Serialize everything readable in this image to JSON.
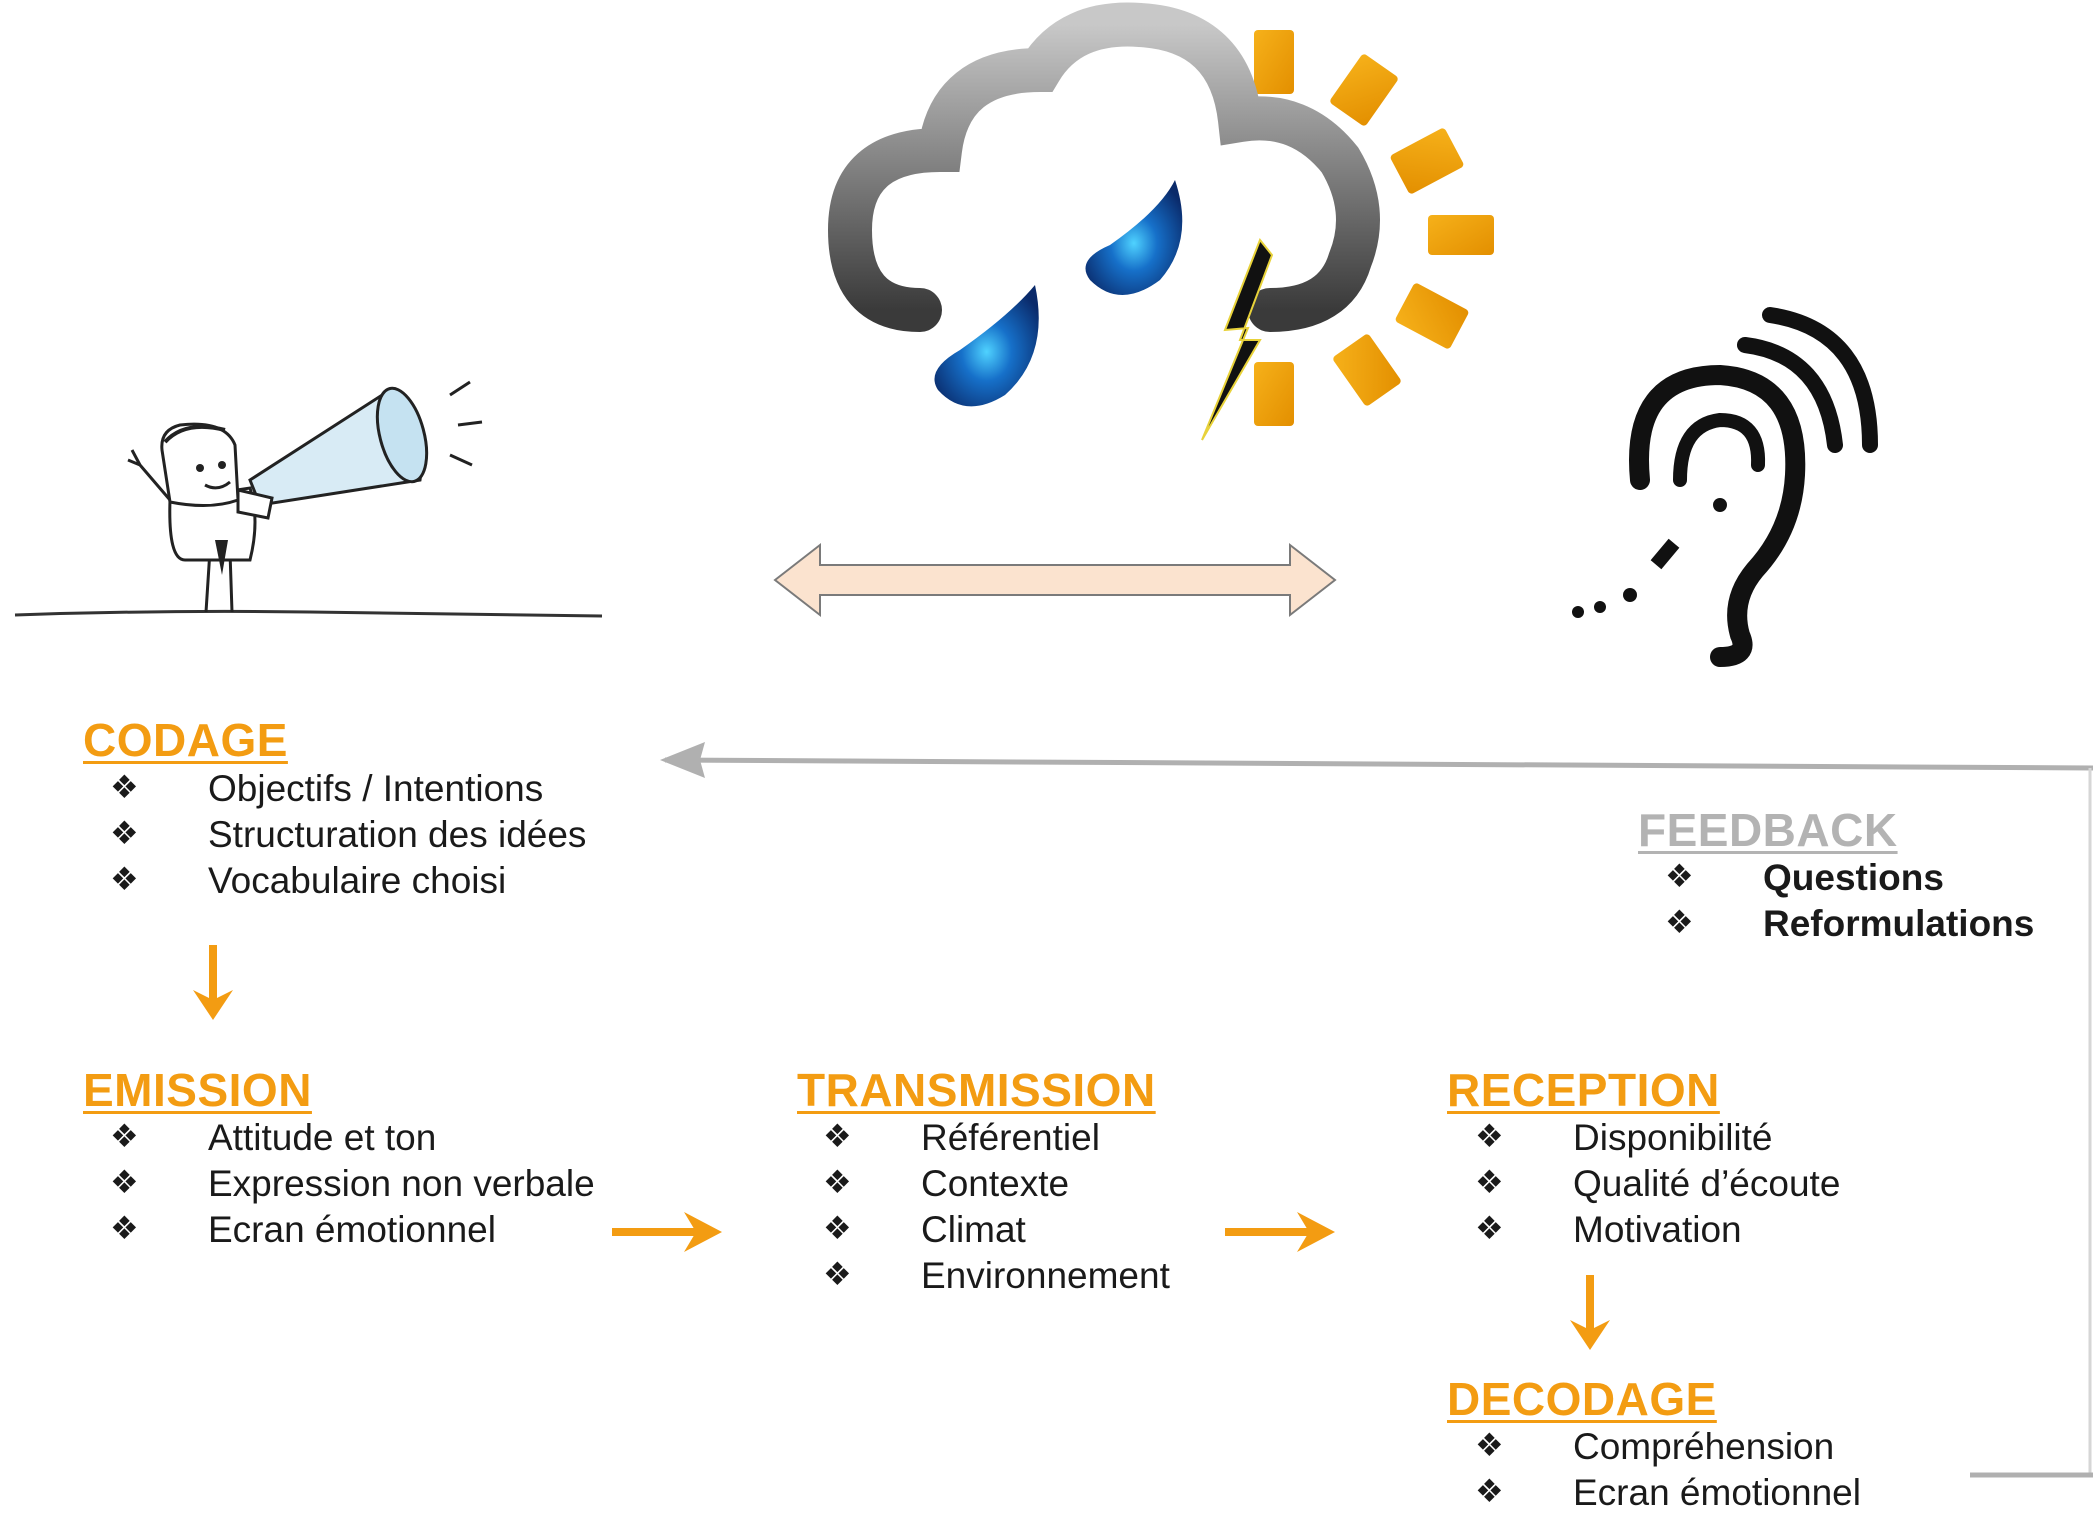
{
  "bullet_glyph": "❖",
  "sections": {
    "codage": {
      "title": "CODAGE",
      "items": [
        "Objectifs / Intentions",
        "Structuration des idées",
        "Vocabulaire choisi"
      ]
    },
    "emission": {
      "title": "EMISSION",
      "items": [
        "Attitude et ton",
        "Expression non verbale",
        "Ecran émotionnel"
      ]
    },
    "transmission": {
      "title": "TRANSMISSION",
      "items": [
        "Référentiel",
        "Contexte",
        "Climat",
        "Environnement"
      ]
    },
    "reception": {
      "title": "RECEPTION",
      "items": [
        "Disponibilité",
        "Qualité d’écoute",
        "Motivation"
      ]
    },
    "decodage": {
      "title": "DECODAGE",
      "items": [
        "Compréhension",
        "Ecran émotionnel"
      ]
    },
    "feedback": {
      "title": "FEEDBACK",
      "items": [
        "Questions",
        "Reformulations"
      ]
    }
  },
  "colors": {
    "accent": "#f39c12",
    "feedback_gray": "#b3b3b3",
    "arrow_gray": "#b0b0b0",
    "double_arrow_fill": "#fbe3cf"
  },
  "icons": [
    "speaker-with-megaphone-icon",
    "storm-cloud-sun-icon",
    "ear-listening-icon"
  ]
}
